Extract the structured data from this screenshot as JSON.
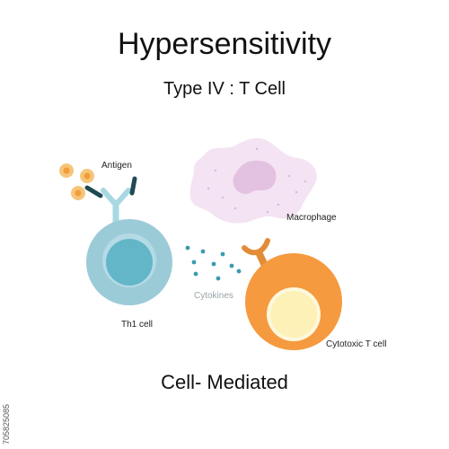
{
  "title": "Hypersensitivity",
  "subtitle": "Type IV : T Cell",
  "footer": "Cell- Mediated",
  "labels": {
    "antigen": "Antigen",
    "macrophage": "Macrophage",
    "cytokines": "Cytokines",
    "th1_cell": "Th1 cell",
    "cytotoxic_t_cell": "Cytotoxic T cell"
  },
  "watermark_id": "705825085",
  "colors": {
    "th1_cell": "#9ccbd8",
    "th1_nucleus": "#63b6c8",
    "cytotoxic_cell": "#f59a3f",
    "cytotoxic_nucleus": "#fdf1b8",
    "receptor": "#e28c37",
    "antigen": "#f6c57a",
    "antigen_core": "#f29c3a",
    "antibody": "#a8d8e3",
    "antibody_tips": "#1e4a52",
    "macrophage": "#f4e3f3",
    "macrophage_nucleus": "#e3c2e1",
    "cytokine_dots": "#3a9bb0"
  }
}
